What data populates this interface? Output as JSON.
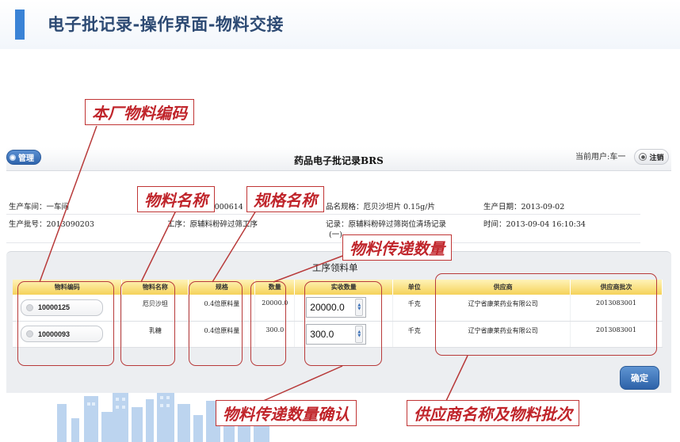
{
  "slide": {
    "title": "电子批记录-操作界面-物料交接"
  },
  "app": {
    "manage_label": "管理",
    "title": "药品电子批记录BRS",
    "current_user": "当前用户:车一",
    "logout_label": "注销",
    "info": {
      "workshop": "生产车间：一车间",
      "product_code": "产品编码：14000614",
      "spec": "品名规格：厄贝沙坦片 0.15g/片",
      "prod_date": "生产日期：2013-09-02",
      "batch": "生产批号：2013090203",
      "process": "工序：原辅料粉碎过筛工序",
      "record": "记录：原辅料粉碎过筛岗位清场记录",
      "record_suffix": "(一)",
      "time": "时间：2013-09-04 16:10:34"
    },
    "panel_title": "工序领料单",
    "table": {
      "headers": [
        "物料编码",
        "物料名称",
        "规格",
        "数量",
        "实收数量",
        "单位",
        "供应商",
        "供应商批次"
      ],
      "rows": [
        {
          "code": "10000125",
          "name": "厄贝沙坦",
          "spec": "0.4倍原料量",
          "qty": "20000.0",
          "received": "20000.0",
          "unit": "千克",
          "supplier": "辽宁省康莱药业有限公司",
          "supplier_batch": "2013083001"
        },
        {
          "code": "10000093",
          "name": "乳糖",
          "spec": "0.4倍原料量",
          "qty": "300.0",
          "received": "300.0",
          "unit": "千克",
          "supplier": "辽宁省康莱药业有限公司",
          "supplier_batch": "2013083001"
        }
      ]
    },
    "confirm_label": "确定"
  },
  "annotations": {
    "material_code": "本厂物料编码",
    "material_name": "物料名称",
    "spec_name": "规格名称",
    "transfer_qty": "物料传递数量",
    "transfer_qty_confirm": "物料传递数量确认",
    "supplier_batch": "供应商名称及物料批次"
  },
  "colors": {
    "accent": "#3a83d6",
    "annotation": "#c0252b",
    "header_yellow": "#f5d25a",
    "button_blue": "#2d62a8"
  }
}
